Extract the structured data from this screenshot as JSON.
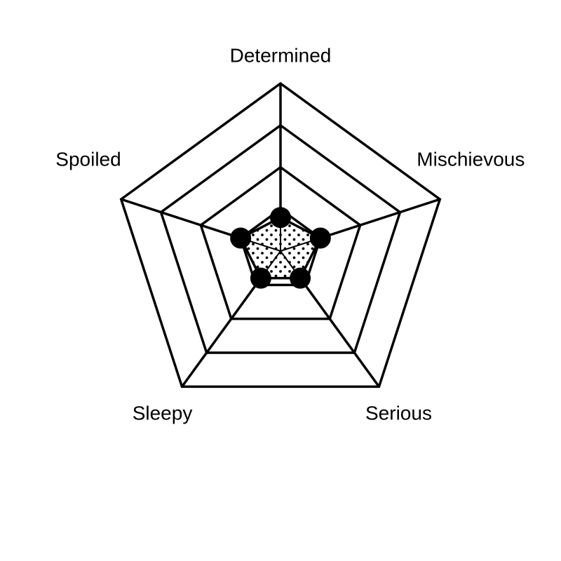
{
  "chart_data": {
    "type": "radar",
    "title": "",
    "axes": [
      "Determined",
      "Mischievous",
      "Serious",
      "Sleepy",
      "Spoiled"
    ],
    "rings": 4,
    "range": [
      0,
      4
    ],
    "grid": true,
    "legend": "none",
    "series": [
      {
        "values": [
          0.8,
          1.0,
          0.8,
          0.8,
          1.0
        ],
        "fill_pattern": "dots",
        "marker": "filled-circle"
      }
    ],
    "colors": {
      "line": "#000000",
      "fill": "#ffffff",
      "dots": "#000000"
    }
  }
}
